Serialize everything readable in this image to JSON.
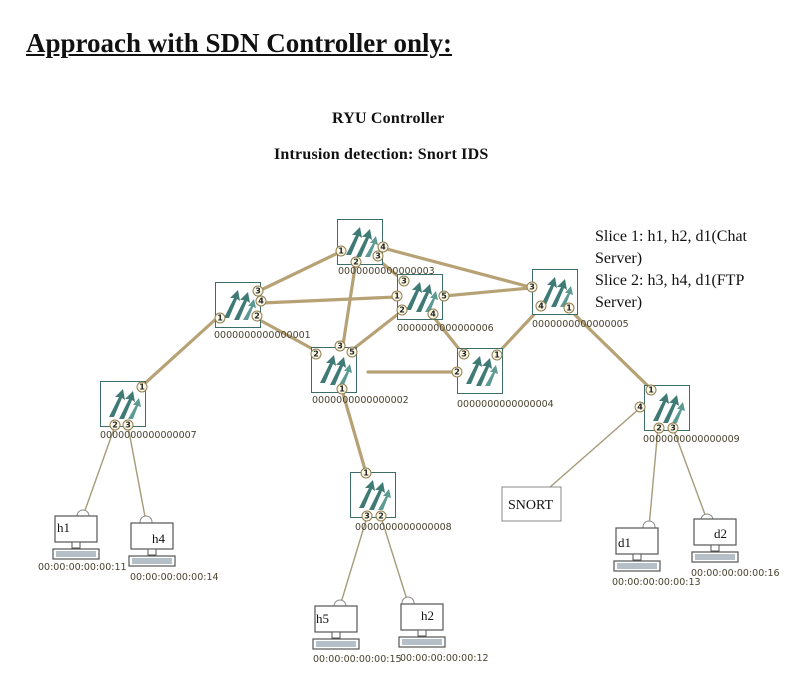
{
  "heading": "Approach with SDN Controller only:",
  "controller": "RYU Controller",
  "ids": "Intrusion detection: Snort IDS",
  "slices": {
    "line1": "Slice 1: h1, h2, d1(Chat",
    "line2": "Server)",
    "line3": "Slice 2: h3, h4, d1(FTP",
    "line4": "Server)"
  },
  "switches": [
    {
      "id": "0000000000000003",
      "ports": [
        "1",
        "2",
        "3",
        "4"
      ]
    },
    {
      "id": "0000000000000001",
      "ports": [
        "3",
        "4",
        "1",
        "2"
      ]
    },
    {
      "id": "0000000000000006",
      "ports": [
        "3",
        "1",
        "2",
        "4",
        "5"
      ]
    },
    {
      "id": "0000000000000005",
      "ports": [
        "3",
        "4",
        "1"
      ]
    },
    {
      "id": "0000000000000002",
      "ports": [
        "2",
        "3",
        "5",
        "1"
      ]
    },
    {
      "id": "0000000000000004",
      "ports": [
        "3",
        "1",
        "2"
      ]
    },
    {
      "id": "0000000000000007",
      "ports": [
        "1",
        "2",
        "3"
      ]
    },
    {
      "id": "0000000000000008",
      "ports": [
        "1",
        "3",
        "2"
      ]
    },
    {
      "id": "0000000000000009",
      "ports": [
        "1",
        "4",
        "2",
        "3"
      ]
    }
  ],
  "hosts": [
    {
      "label": "h1",
      "mac": "00:00:00:00:00:11"
    },
    {
      "label": "h4",
      "mac": "00:00:00:00:00:14"
    },
    {
      "label": "h5",
      "mac": "00:00:00:00:00:15"
    },
    {
      "label": "h2",
      "mac": "00:00:00:00:00:12"
    },
    {
      "label": "d1",
      "mac": "00:00:00:00:00:13"
    },
    {
      "label": "d2",
      "mac": "00:00:00:00:00:16"
    }
  ],
  "snort": "SNORT"
}
